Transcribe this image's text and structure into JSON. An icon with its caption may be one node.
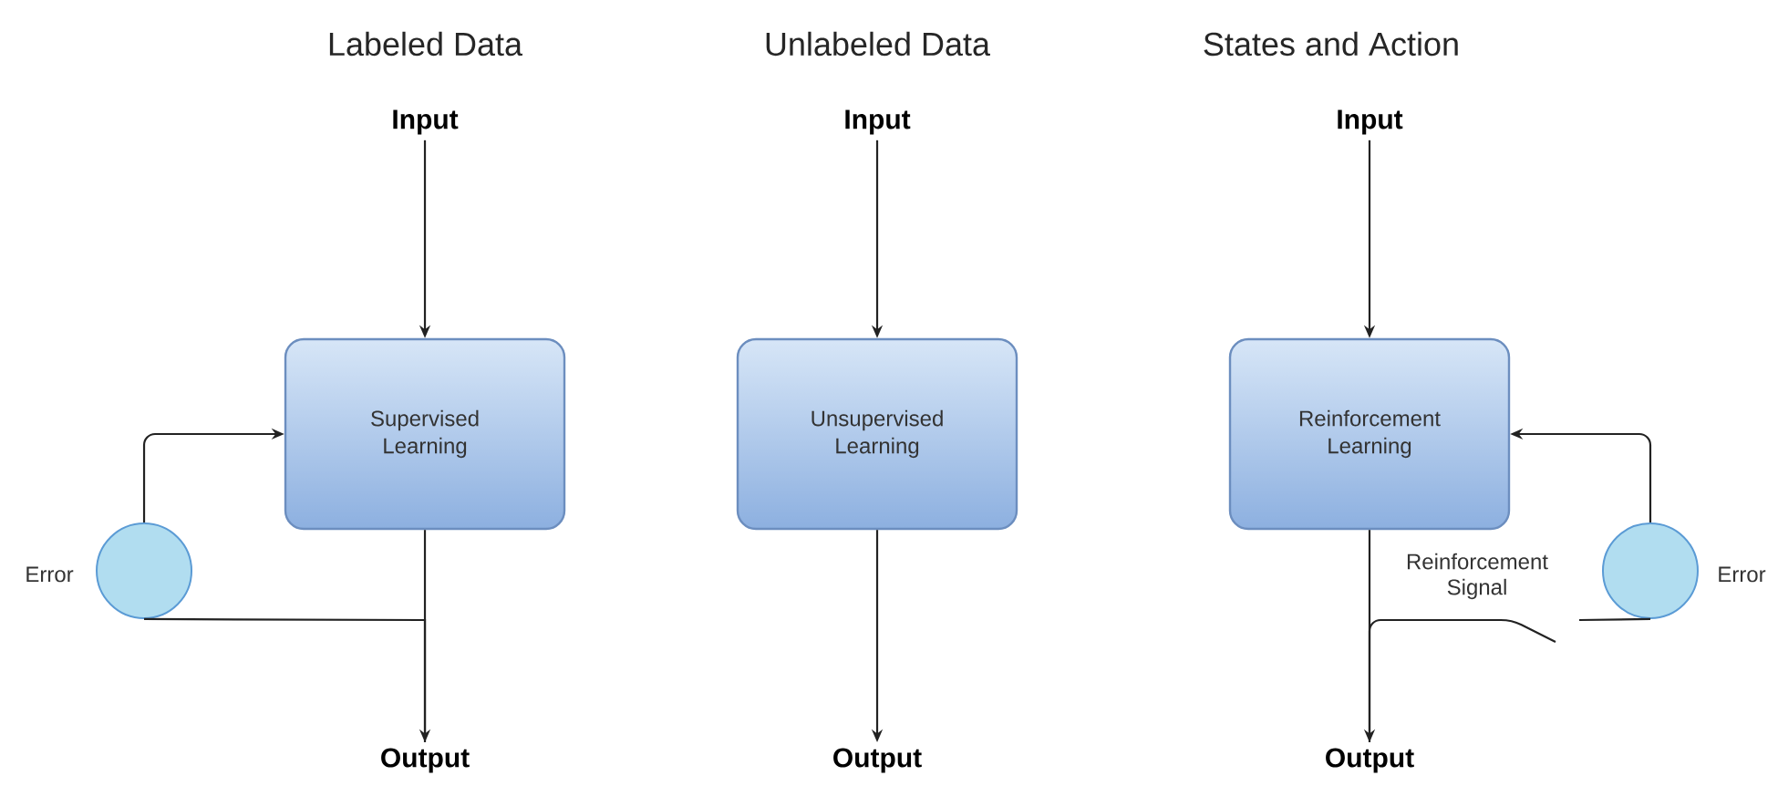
{
  "diagram": {
    "nodes": [
      {
        "text": [
          "Input"
        ]
      },
      {
        "text": [
          "Supervised Learning"
        ]
      },
      {
        "text": [
          "Output"
        ]
      },
      {
        "text": [],
        "shape": "circle",
        "beside": [
          "Error"
        ]
      },
      {
        "text": [
          "Input"
        ]
      },
      {
        "text": [
          "Unsupervised Learning"
        ]
      },
      {
        "text": [
          "Output"
        ]
      },
      {
        "text": [
          "Input"
        ]
      },
      {
        "text": [
          "Reinforcement Learning"
        ]
      },
      {
        "text": [
          "Output"
        ]
      },
      {
        "text": [],
        "shape": "circle",
        "beside": [
          "Error"
        ]
      }
    ],
    "edges": [
      {
        "from": 0,
        "to": 1,
        "arrow": "to"
      },
      {
        "from": 1,
        "to": 2,
        "arrow": "to"
      },
      {
        "from": 3,
        "to": 1,
        "arrow": "to"
      },
      {
        "from": 3,
        "to": 2,
        "arrow": "none"
      },
      {
        "from": 4,
        "to": 5,
        "arrow": "to"
      },
      {
        "from": 5,
        "to": 6,
        "arrow": "to"
      },
      {
        "from": 7,
        "to": 8,
        "arrow": "to"
      },
      {
        "from": 8,
        "to": 9,
        "arrow": "to"
      },
      {
        "from": 10,
        "to": 8,
        "arrow": "to"
      },
      {
        "from": null,
        "to": 9,
        "arrow": "none",
        "label": "Reinforcement Signal"
      },
      {
        "from": 10,
        "to": null,
        "arrow": "none"
      }
    ],
    "labels": [
      "Labeled Data",
      "Unlabeled Data",
      "States and Action"
    ]
  }
}
